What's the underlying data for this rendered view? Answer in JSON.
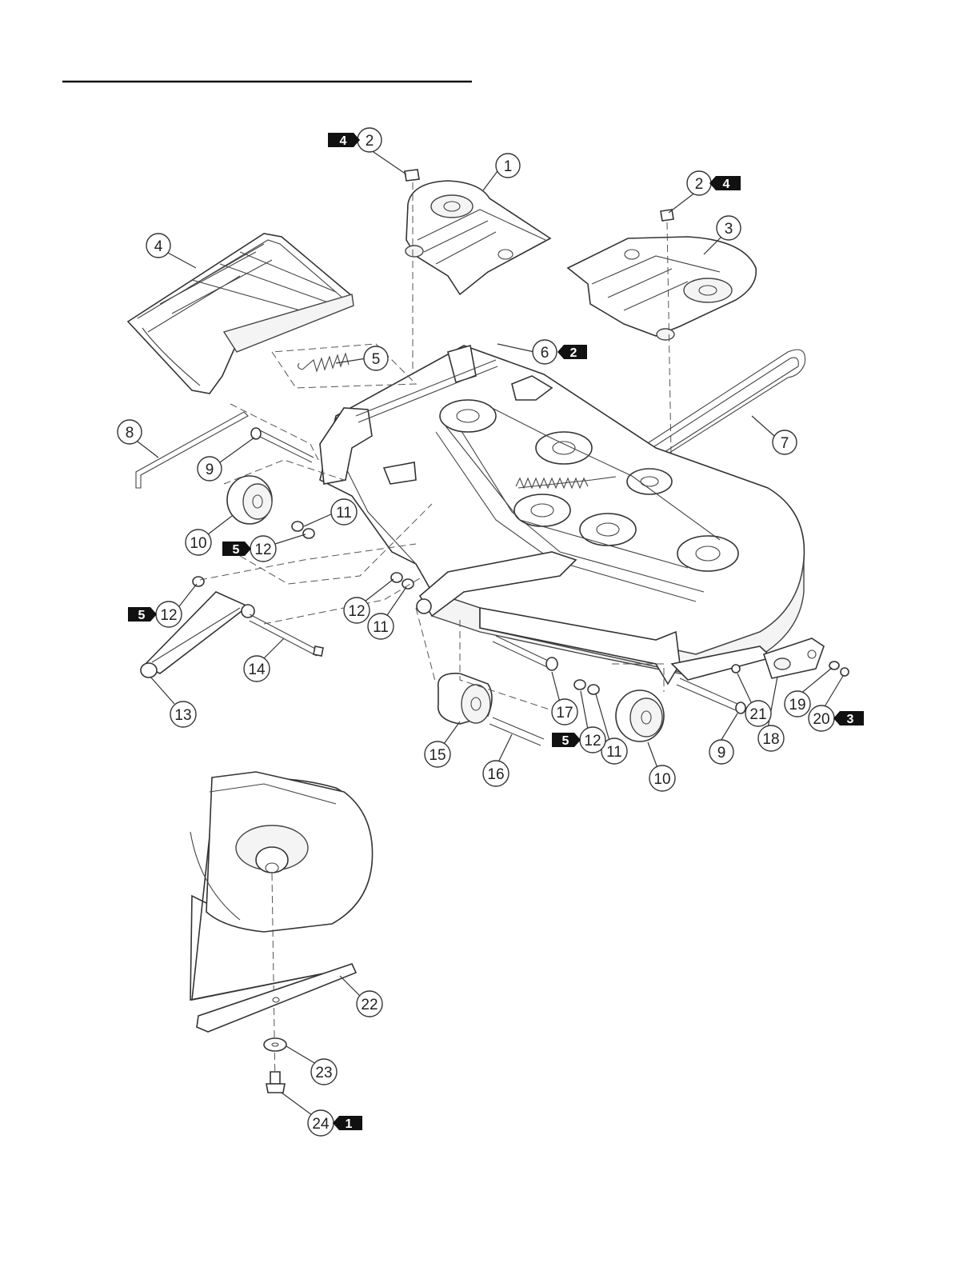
{
  "callouts": [
    {
      "id": "c1",
      "label": "1"
    },
    {
      "id": "c2a",
      "label": "2"
    },
    {
      "id": "c2b",
      "label": "2"
    },
    {
      "id": "c3",
      "label": "3"
    },
    {
      "id": "c4",
      "label": "4"
    },
    {
      "id": "c5",
      "label": "5"
    },
    {
      "id": "c6",
      "label": "6"
    },
    {
      "id": "c7",
      "label": "7"
    },
    {
      "id": "c8",
      "label": "8"
    },
    {
      "id": "c9a",
      "label": "9"
    },
    {
      "id": "c9b",
      "label": "9"
    },
    {
      "id": "c10a",
      "label": "10"
    },
    {
      "id": "c10b",
      "label": "10"
    },
    {
      "id": "c11a",
      "label": "11"
    },
    {
      "id": "c11b",
      "label": "11"
    },
    {
      "id": "c11c",
      "label": "11"
    },
    {
      "id": "c12a",
      "label": "12"
    },
    {
      "id": "c12b",
      "label": "12"
    },
    {
      "id": "c12c",
      "label": "12"
    },
    {
      "id": "c12d",
      "label": "12"
    },
    {
      "id": "c13",
      "label": "13"
    },
    {
      "id": "c14",
      "label": "14"
    },
    {
      "id": "c15",
      "label": "15"
    },
    {
      "id": "c16",
      "label": "16"
    },
    {
      "id": "c17",
      "label": "17"
    },
    {
      "id": "c18",
      "label": "18"
    },
    {
      "id": "c19",
      "label": "19"
    },
    {
      "id": "c20",
      "label": "20"
    },
    {
      "id": "c21",
      "label": "21"
    },
    {
      "id": "c22",
      "label": "22"
    },
    {
      "id": "c23",
      "label": "23"
    },
    {
      "id": "c24",
      "label": "24"
    }
  ],
  "flags": [
    {
      "id": "f2a",
      "label": "4"
    },
    {
      "id": "f2b",
      "label": "4"
    },
    {
      "id": "f6",
      "label": "2"
    },
    {
      "id": "f12a",
      "label": "5"
    },
    {
      "id": "f12b",
      "label": "5"
    },
    {
      "id": "f12d",
      "label": "5"
    },
    {
      "id": "f20",
      "label": "3"
    },
    {
      "id": "f24",
      "label": "1"
    }
  ]
}
